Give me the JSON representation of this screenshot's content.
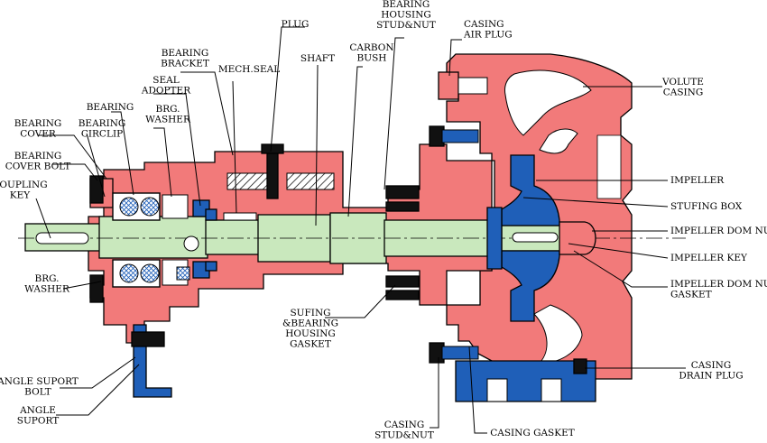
{
  "colors": {
    "casing": "#f27a7a",
    "shaft": "#c9e8bd",
    "impeller": "#1f5fb8",
    "bolt": "#111111",
    "outline": "#000000"
  },
  "labels": {
    "plug": [
      "PLUG"
    ],
    "bearing_housing_stud_nut": [
      "BEARING",
      "HOUSING",
      "STUD&NUT"
    ],
    "casing_air_plug": [
      "CASING",
      "AIR PLUG"
    ],
    "bearing_bracket": [
      "BEARING",
      "BRACKET"
    ],
    "mech_seal": [
      "MECH.SEAL"
    ],
    "shaft": [
      "SHAFT"
    ],
    "carbon_bush": [
      "CARBON",
      "BUSH"
    ],
    "volute_casing": [
      "VOLUTE",
      "CASING"
    ],
    "seal_adopter": [
      "SEAL",
      "ADOPTER"
    ],
    "bearing": [
      "BEARING"
    ],
    "brg_washer_top": [
      "BRG.",
      "WASHER"
    ],
    "bearing_cover": [
      "BEARING",
      "COVER"
    ],
    "bearing_circlip": [
      "BEARING",
      "CIRCLIP"
    ],
    "bearing_cover_bolt": [
      "BEARING",
      "COVER BOLT"
    ],
    "coupling_key": [
      "COUPLING",
      "KEY"
    ],
    "impeller": [
      "IMPELLER"
    ],
    "stufing_box": [
      "STUFING BOX"
    ],
    "impeller_dom_nut": [
      "IMPELLER DOM NUT"
    ],
    "impeller_key": [
      "IMPELLER KEY"
    ],
    "impeller_dom_nut_gasket": [
      "IMPELLER DOM NUT",
      "GASKET"
    ],
    "brg_washer_bottom": [
      "BRG.",
      "WASHER"
    ],
    "sufing_bearing_housing_gasket": [
      "SUFING",
      "&BEARING",
      "HOUSING",
      "GASKET"
    ],
    "casing_drain_plug": [
      "CASING",
      "DRAIN PLUG"
    ],
    "angle_suport_bolt": [
      "ANGLE SUPORT",
      "BOLT"
    ],
    "angle_suport": [
      "ANGLE",
      "SUPORT"
    ],
    "casing_stud_nut": [
      "CASING",
      "STUD&NUT"
    ],
    "casing_gasket": [
      "CASING GASKET"
    ]
  }
}
